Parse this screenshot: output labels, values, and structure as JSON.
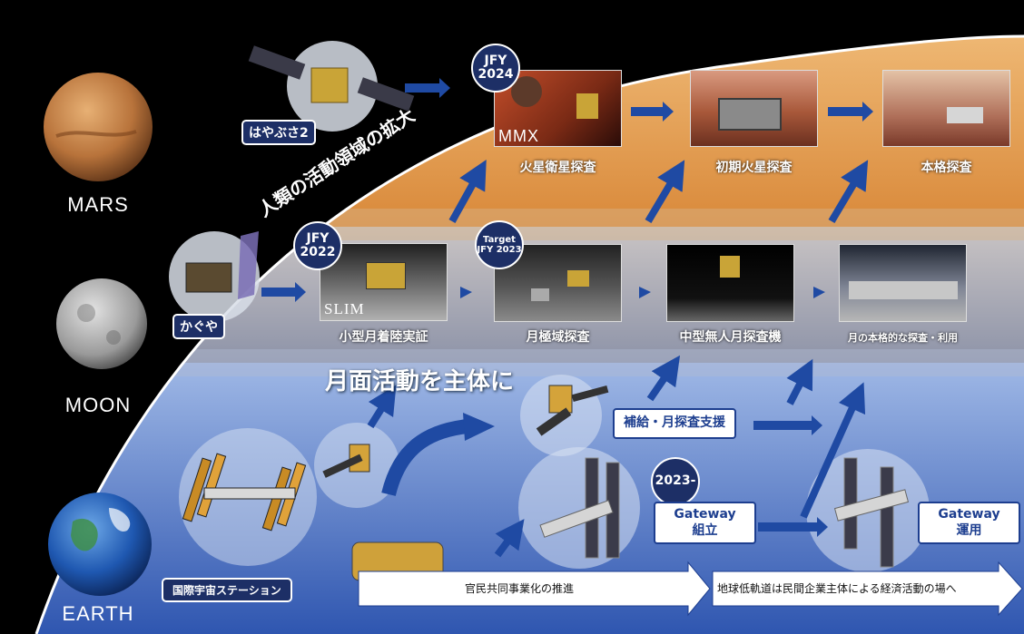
{
  "planets": {
    "mars": "MARS",
    "moon": "MOON",
    "earth": "EARTH"
  },
  "arc_title": "人類の活動領域の拡大",
  "lunar_focus": "月面活動を主体に",
  "mission_labels": {
    "hayabusa2": "はやぶさ2",
    "kaguya": "かぐや",
    "iss": "国際宇宙ステーション"
  },
  "badges": {
    "mmx": {
      "line1": "JFY",
      "line2": "2024"
    },
    "slim": {
      "line1": "JFY",
      "line2": "2022"
    },
    "lunar_polar": {
      "line1": "Target",
      "line2": "JFY 2023"
    },
    "gateway": {
      "line1": "2023-",
      "line2": ""
    }
  },
  "image_tags": {
    "mmx": "MMX",
    "slim": "SLIM"
  },
  "captions": {
    "mmx": "火星衛星探査",
    "early_mars": "初期火星探査",
    "full_mars": "本格探査",
    "slim": "小型月着陸実証",
    "lunar_polar": "月極域探査",
    "mid_lander": "中型無人月探査機",
    "full_moon": "月の本格的な探査・利用"
  },
  "boxes": {
    "resupply": "補給・月探査支援",
    "gateway_assembly": {
      "line1": "Gateway",
      "line2": "組立"
    },
    "gateway_operation": {
      "line1": "Gateway",
      "line2": "運用"
    }
  },
  "flows": {
    "public_private": "官民共同事業化の推進",
    "leo": "地球低軌道は民間企業主体による経済活動の場へ"
  },
  "colors": {
    "navy": "#1d2f66",
    "accent_blue": "#1d3e8f",
    "orange_band": "#e8a455",
    "blue_band": "#5d7fc6"
  }
}
